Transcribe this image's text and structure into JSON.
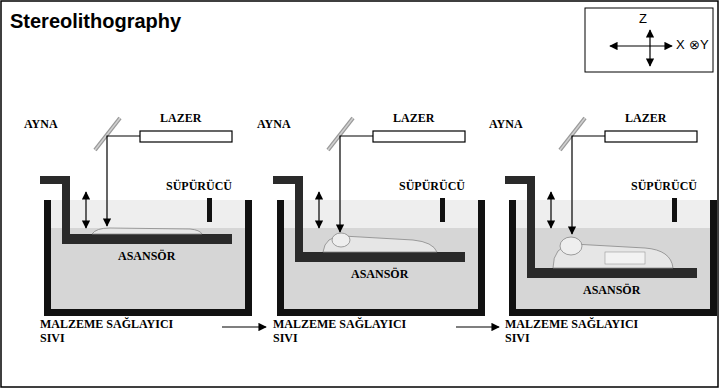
{
  "diagram": {
    "title": "Stereolithography",
    "labels": [
      "AYNA",
      "LAZER",
      "SÜPÜRÜCÜ",
      "ASANSÖR",
      "MALZEME SAĞLAYICI SIVI",
      "AYNA",
      "LAZER",
      "SÜPÜRÜCÜ",
      "ASANSÖR",
      "MALZEME SAĞLAYICI SIVI",
      "AYNA",
      "LAZER",
      "SÜPÜRÜCÜ",
      "ASANSÖR",
      "MALZEME SAĞLAYICI SIVI",
      "Z",
      "X",
      "⊗Y"
    ]
  }
}
